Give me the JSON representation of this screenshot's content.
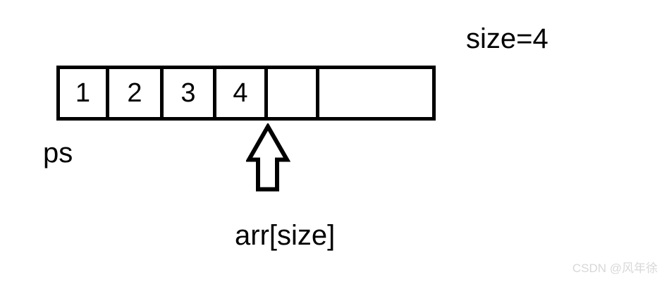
{
  "diagram": {
    "size_label": "size=4",
    "array": {
      "cells": [
        "1",
        "2",
        "3",
        "4",
        "",
        ""
      ]
    },
    "ps_label": "ps",
    "pointer_icon": "hollow-up-arrow",
    "pointer_label": "arr[size]"
  },
  "watermark": {
    "text": "CSDN @风年徐"
  },
  "colors": {
    "line": "#000000",
    "text": "#000000",
    "background": "#ffffff",
    "watermark": "#d8d8d8"
  }
}
